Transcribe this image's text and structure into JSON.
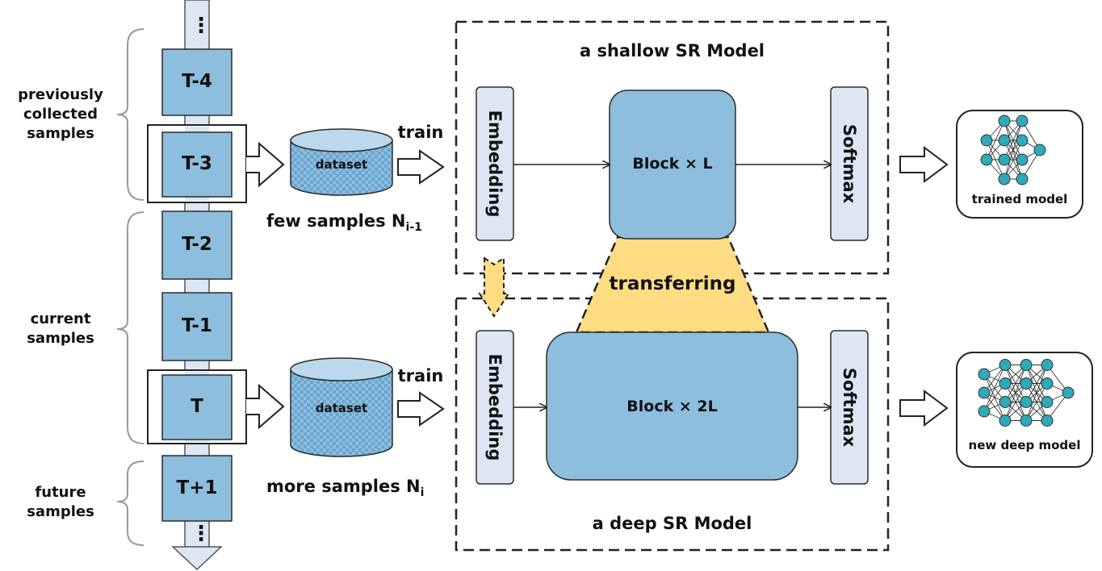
{
  "timeline": {
    "blocks": [
      "T-4",
      "T-3",
      "T-2",
      "T-1",
      "T",
      "T+1"
    ],
    "ellipsis": "⋮"
  },
  "brackets": {
    "previous": "previously\ncollected\nsamples",
    "current": "current\nsamples",
    "future": "future\nsamples"
  },
  "datasets": {
    "top": {
      "label": "dataset",
      "caption_main": "few samples N",
      "caption_sub": "i-1"
    },
    "bottom": {
      "label": "dataset",
      "caption_main": "more samples N",
      "caption_sub": "i"
    }
  },
  "train_label": "train",
  "shallow_model": {
    "title": "a shallow SR Model",
    "embedding": "Embedding",
    "block": "Block × L",
    "softmax": "Softmax"
  },
  "deep_model": {
    "title": "a deep SR Model",
    "embedding": "Embedding",
    "block": "Block × 2L",
    "softmax": "Softmax"
  },
  "transfer_label": "transferring",
  "outputs": {
    "trained": "trained model",
    "deep": "new deep model"
  },
  "colors": {
    "block_fill": "#8dbedd",
    "block_stroke": "#2b2b2b",
    "module_fill": "#dde7f3",
    "transfer_fill": "#fddc82",
    "rail_fill": "#dde7f3",
    "node_fill": "#2eaab8"
  }
}
